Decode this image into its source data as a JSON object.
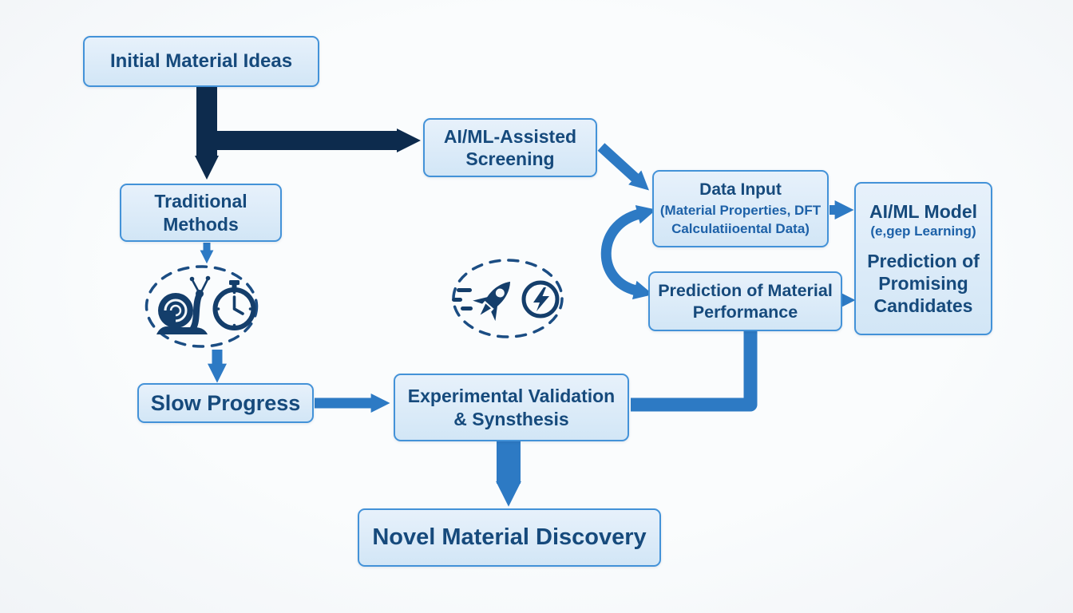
{
  "diagram": {
    "colors": {
      "background": "#f7f9fa",
      "box_fill_top": "#e7f1fb",
      "box_fill_bottom": "#d2e6f6",
      "box_border": "#4392d8",
      "text_dark_navy": "#164a7c",
      "text_mid_blue": "#1d61a8",
      "arrow_dark_navy": "#0d2b4d",
      "arrow_blue": "#2d7ac4",
      "icon_navy": "#143e6b",
      "dashed_ellipse": "#1b4d83"
    },
    "nodes": {
      "initial_ideas": {
        "label": "Initial Material Ideas"
      },
      "traditional_methods": {
        "line1": "Traditional",
        "line2": "Methods"
      },
      "ai_screening": {
        "line1": "AI/ML-Assisted",
        "line2": "Screening"
      },
      "data_input": {
        "title": "Data Input",
        "sub1": "(Material Properties, DFT",
        "sub2": "Calculatiioental Data)"
      },
      "ai_model": {
        "title": "AI/ML Model",
        "subtitle": "(e,gep Learning)",
        "line1": "Prediction of",
        "line2": "Promising",
        "line3": "Candidates"
      },
      "prediction_performance": {
        "line1": "Prediction of Material",
        "line2": "Performance"
      },
      "slow_progress": {
        "label": "Slow Progress"
      },
      "experimental_validation": {
        "line1": "Experimental Validation",
        "line2": "& Synsthesis"
      },
      "novel_discovery": {
        "label": "Novel Material Discovery"
      }
    },
    "icons": {
      "slow_cluster": [
        "snail-icon",
        "stopwatch-icon"
      ],
      "fast_cluster": [
        "rocket-icon",
        "lightning-icon"
      ]
    }
  }
}
